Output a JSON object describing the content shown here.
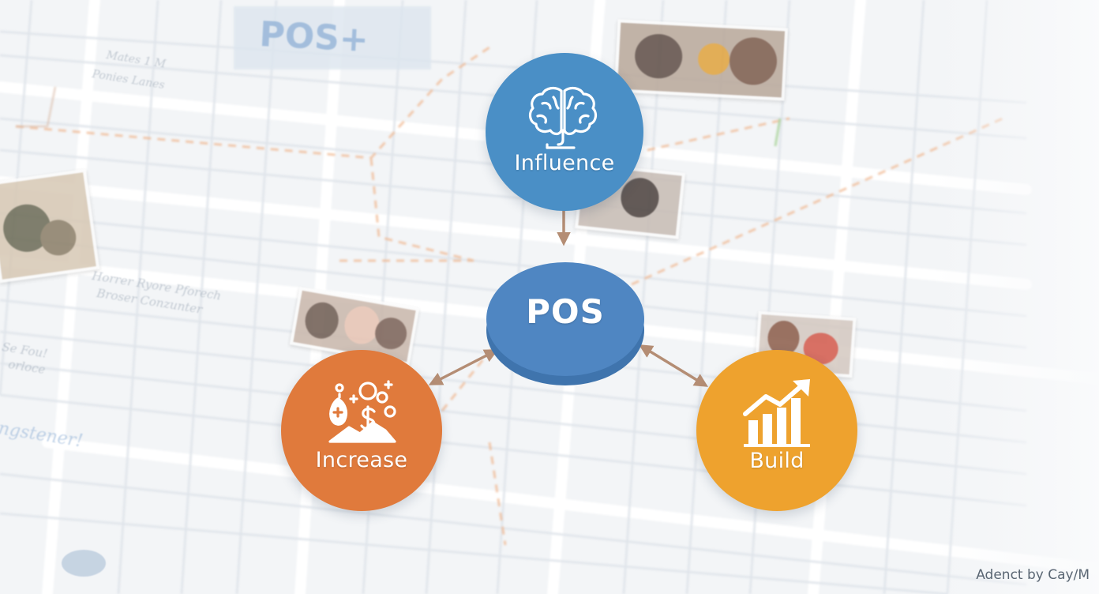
{
  "background": {
    "map_texts": [
      "POS+",
      "Mates 1 M",
      "Ponies Lanes",
      "Horrer Ryore Pforech",
      "Broser Conzunter",
      "Se Fou!",
      "orloce",
      "ngstener!"
    ]
  },
  "nodes": {
    "influence": {
      "label": "Influence",
      "icon": "brain-icon",
      "color": "#4a8fc6"
    },
    "pos": {
      "label": "POS",
      "color": "#4f86c2"
    },
    "increase": {
      "label": "Increase",
      "icon": "money-growth-icon",
      "color": "#e07a3c"
    },
    "build": {
      "label": "Build",
      "icon": "bar-chart-growth-icon",
      "color": "#eea22e"
    }
  },
  "arrow_color": "#b48d74",
  "watermark": "Adenct by Cay/M"
}
